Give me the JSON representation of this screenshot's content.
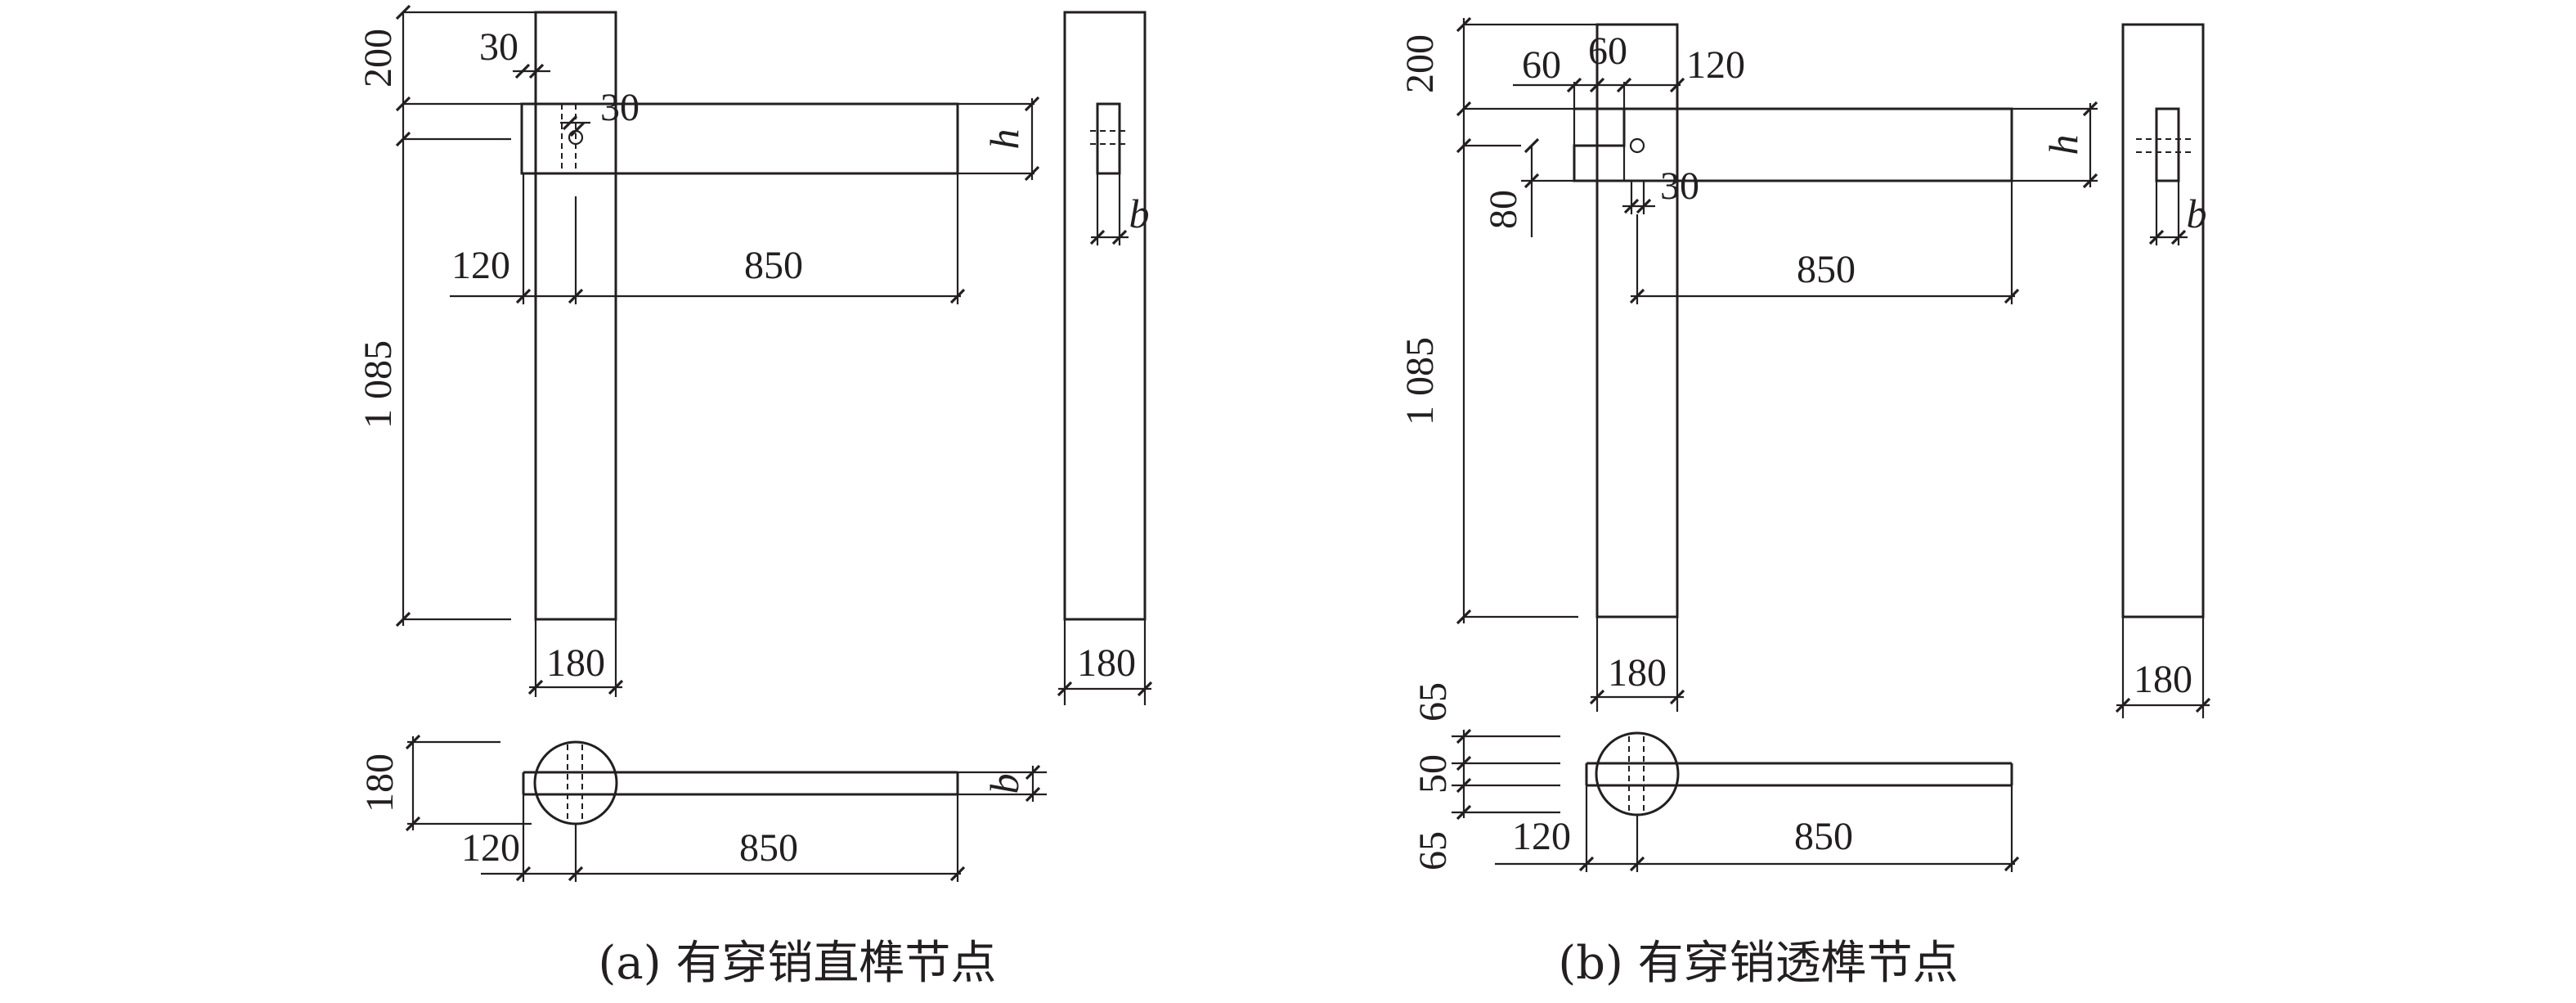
{
  "panel_a": {
    "caption": "(a) 有穿销直榫节点",
    "elevation": {
      "d200": "200",
      "d30_top": "30",
      "d30_pin": "30",
      "d120": "120",
      "d850": "850",
      "d1085": "1 085",
      "d180": "180"
    },
    "side": {
      "h": "h",
      "b": "b",
      "d180": "180"
    },
    "plan": {
      "d180": "180",
      "d120": "120",
      "d850": "850",
      "b": "b"
    }
  },
  "panel_b": {
    "caption": "(b) 有穿销透榫节点",
    "elevation": {
      "d200": "200",
      "d60_left": "60",
      "d60_right": "60",
      "d120": "120",
      "d80": "80",
      "d30": "30",
      "d850": "850",
      "d1085": "1 085",
      "d180": "180"
    },
    "side": {
      "h": "h",
      "b": "b",
      "d180": "180"
    },
    "plan": {
      "d65_top": "65",
      "d50": "50",
      "d65_bottom": "65",
      "d120": "120",
      "d850": "850"
    }
  }
}
